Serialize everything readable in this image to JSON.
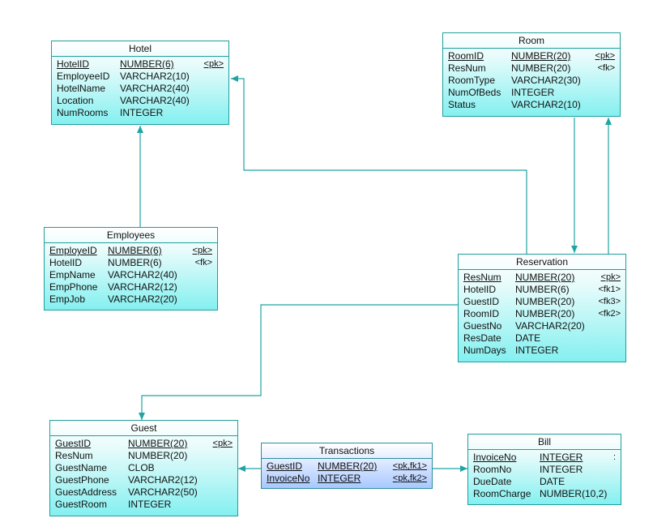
{
  "colors": {
    "line": "#1fa4a4",
    "entity_border": "#1f9e9e",
    "entity_fill": "#84f0f0",
    "assoc_fill": "#a8c8ff"
  },
  "entities": [
    {
      "id": "hotel",
      "title": "Hotel",
      "columns": [
        {
          "name": "HotelID",
          "type": "NUMBER(6)",
          "key": "<pk>",
          "pk": true
        },
        {
          "name": "EmployeeID",
          "type": "VARCHAR2(10)",
          "key": "",
          "pk": false
        },
        {
          "name": "HotelName",
          "type": "VARCHAR2(40)",
          "key": "",
          "pk": false
        },
        {
          "name": "Location",
          "type": "VARCHAR2(40)",
          "key": "",
          "pk": false
        },
        {
          "name": "NumRooms",
          "type": "INTEGER",
          "key": "",
          "pk": false
        }
      ]
    },
    {
      "id": "room",
      "title": "Room",
      "columns": [
        {
          "name": "RoomID",
          "type": "NUMBER(20)",
          "key": "<pk>",
          "pk": true
        },
        {
          "name": "ResNum",
          "type": "NUMBER(20)",
          "key": "<fk>",
          "pk": false
        },
        {
          "name": "RoomType",
          "type": "VARCHAR2(30)",
          "key": "",
          "pk": false
        },
        {
          "name": "NumOfBeds",
          "type": "INTEGER",
          "key": "",
          "pk": false
        },
        {
          "name": "Status",
          "type": "VARCHAR2(10)",
          "key": "",
          "pk": false
        }
      ]
    },
    {
      "id": "employees",
      "title": "Employees",
      "columns": [
        {
          "name": "EmployeID",
          "type": "NUMBER(6)",
          "key": "<pk>",
          "pk": true
        },
        {
          "name": "HotelID",
          "type": "NUMBER(6)",
          "key": "<fk>",
          "pk": false
        },
        {
          "name": "EmpName",
          "type": "VARCHAR2(40)",
          "key": "",
          "pk": false
        },
        {
          "name": "EmpPhone",
          "type": "VARCHAR2(12)",
          "key": "",
          "pk": false
        },
        {
          "name": "EmpJob",
          "type": "VARCHAR2(20)",
          "key": "",
          "pk": false
        }
      ]
    },
    {
      "id": "reservation",
      "title": "Reservation",
      "columns": [
        {
          "name": "ResNum",
          "type": "NUMBER(20)",
          "key": "<pk>",
          "pk": true
        },
        {
          "name": "HotelID",
          "type": "NUMBER(6)",
          "key": "<fk1>",
          "pk": false
        },
        {
          "name": "GuestID",
          "type": "NUMBER(20)",
          "key": "<fk3>",
          "pk": false
        },
        {
          "name": "RoomID",
          "type": "NUMBER(20)",
          "key": "<fk2>",
          "pk": false
        },
        {
          "name": "GuestNo",
          "type": "VARCHAR2(20)",
          "key": "",
          "pk": false
        },
        {
          "name": "ResDate",
          "type": "DATE",
          "key": "",
          "pk": false
        },
        {
          "name": "NumDays",
          "type": "INTEGER",
          "key": "",
          "pk": false
        }
      ]
    },
    {
      "id": "guest",
      "title": "Guest",
      "columns": [
        {
          "name": "GuestID",
          "type": "NUMBER(20)",
          "key": "<pk>",
          "pk": true
        },
        {
          "name": "ResNum",
          "type": "NUMBER(20)",
          "key": "",
          "pk": false
        },
        {
          "name": "GuestName",
          "type": "CLOB",
          "key": "",
          "pk": false
        },
        {
          "name": "GuestPhone",
          "type": "VARCHAR2(12)",
          "key": "",
          "pk": false
        },
        {
          "name": "GuestAddress",
          "type": "VARCHAR2(50)",
          "key": "",
          "pk": false
        },
        {
          "name": "GuestRoom",
          "type": "INTEGER",
          "key": "",
          "pk": false
        }
      ]
    },
    {
      "id": "transactions",
      "title": "Transactions",
      "columns": [
        {
          "name": "GuestID",
          "type": "NUMBER(20)",
          "key": "<pk,fk1>",
          "pk": true
        },
        {
          "name": "InvoiceNo",
          "type": "INTEGER",
          "key": "<pk,fk2>",
          "pk": true
        }
      ]
    },
    {
      "id": "bill",
      "title": "Bill",
      "columns": [
        {
          "name": "InvoiceNo",
          "type": "INTEGER",
          "key": ":",
          "pk": true
        },
        {
          "name": "RoomNo",
          "type": "INTEGER",
          "key": "",
          "pk": false
        },
        {
          "name": "DueDate",
          "type": "DATE",
          "key": "",
          "pk": false
        },
        {
          "name": "RoomCharge",
          "type": "NUMBER(10,2)",
          "key": "",
          "pk": false
        }
      ]
    }
  ]
}
